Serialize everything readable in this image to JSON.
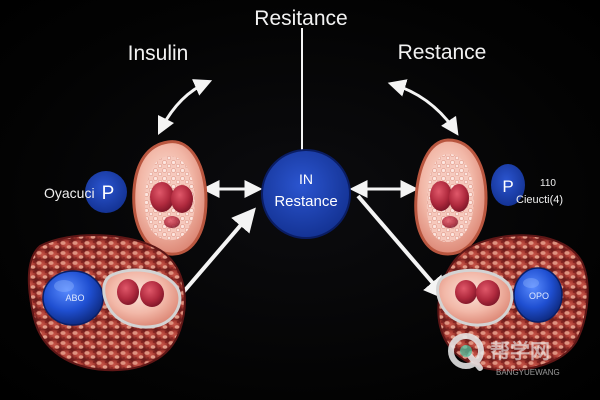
{
  "labels": {
    "top_title": "Resitance",
    "left_title": "Insulin",
    "right_title": "Restance"
  },
  "center_node": {
    "line1": "IN",
    "line2": "Restance"
  },
  "left_node": {
    "badge": "P",
    "caption": "Oyacuci"
  },
  "right_node": {
    "badge": "P",
    "caption_line1": "110",
    "caption_line2": "Cieucti(4)"
  },
  "blobs": {
    "left": "ABO",
    "right": "OPO"
  },
  "watermark": {
    "main": "帮学网",
    "sub": "BANGYUEWANG"
  },
  "colors": {
    "background": "#000000",
    "center_node": "#1f3fa8",
    "badge": "#1b3ca6",
    "tissue": "#b5443c",
    "cell_red": "#b02a3e",
    "arrow": "#f4f4f4"
  }
}
